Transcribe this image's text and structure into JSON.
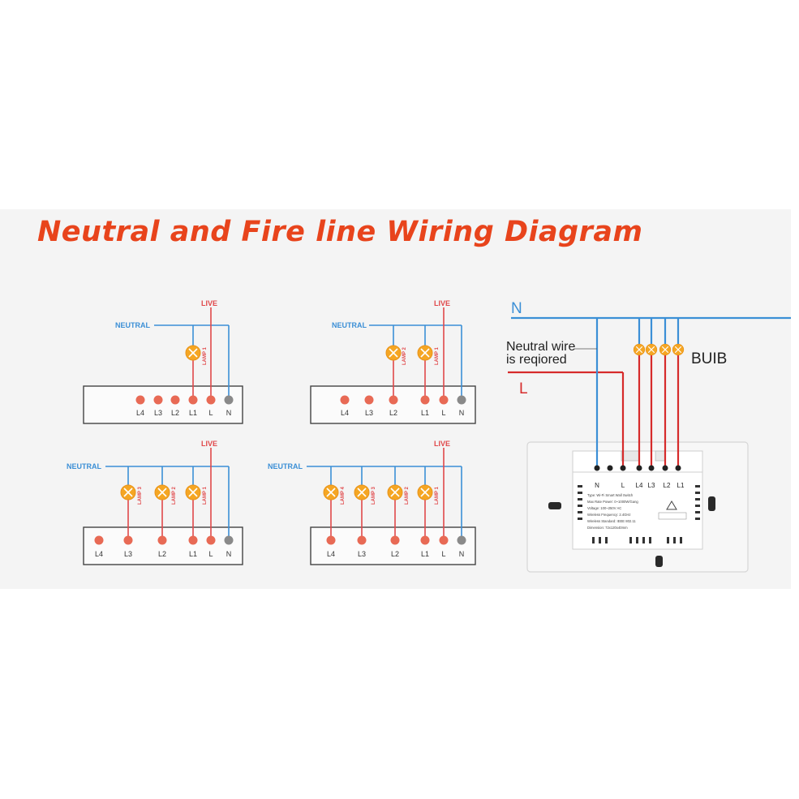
{
  "title": "Neutral and Fire line Wiring Diagram",
  "colors": {
    "title": "#e8441c",
    "neutral_wire": "#3b8fd6",
    "live_wire": "#e0484a",
    "lamp": "#f5a623",
    "terminal": "#e86a55",
    "neutral_terminal": "#8a8a8a",
    "box_border": "#444444"
  },
  "labels": {
    "neutral": "NEUTRAL",
    "live": "LIVE"
  },
  "diagrams": [
    {
      "terminals": [
        "L4",
        "L3",
        "L2",
        "L1",
        "L",
        "N"
      ],
      "lamps": [
        "LAMP 1"
      ]
    },
    {
      "terminals": [
        "L4",
        "L3",
        "L2",
        "L1",
        "L",
        "N"
      ],
      "lamps": [
        "LAMP 2",
        "LAMP 1"
      ]
    },
    {
      "terminals": [
        "L4",
        "L3",
        "L2",
        "L1",
        "L",
        "N"
      ],
      "lamps": [
        "LAMP 3",
        "LAMP 2",
        "LAMP 1"
      ]
    },
    {
      "terminals": [
        "L4",
        "L3",
        "L2",
        "L1",
        "L",
        "N"
      ],
      "lamps": [
        "LAMP 4",
        "LAMP 3",
        "LAMP 2",
        "LAMP 1"
      ]
    }
  ],
  "right": {
    "n_label": "N",
    "l_label": "L",
    "neutral_note_1": "Neutral wire",
    "neutral_note_2": "is reqiored",
    "bulb_label": "BUIB",
    "switch_terminals": [
      "N",
      "L",
      "L4",
      "L3",
      "L2",
      "L1"
    ],
    "switch_info": [
      "Type: Wi-Fi Smart Wall Switch",
      "Max Rate Power: 0~1000W/Gang",
      "Voltage: 100~250V AC",
      "Wireless Frequency: 2.4GHz",
      "Wireless Standard: IEEE 802.11",
      "Dimension: 72x120x40mm"
    ]
  }
}
